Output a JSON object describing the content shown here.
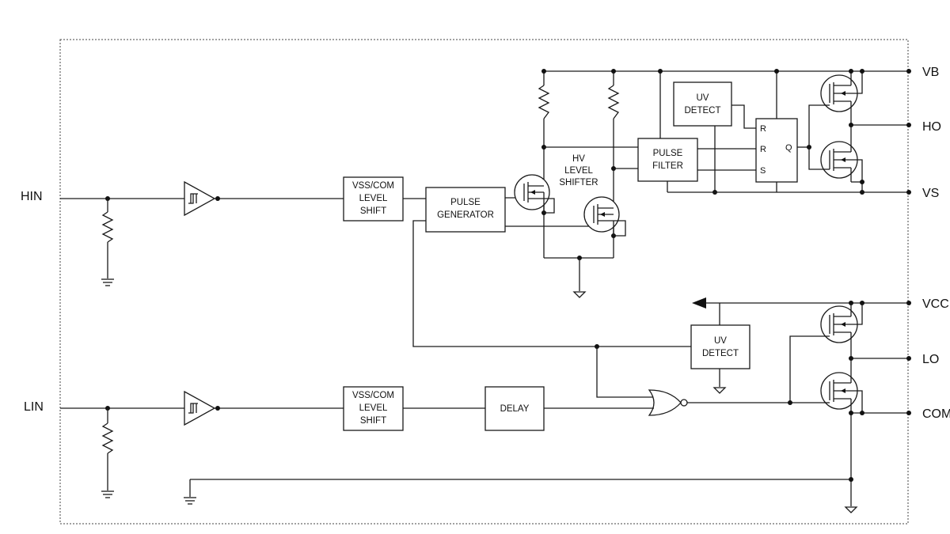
{
  "pins": {
    "hin": "HIN",
    "lin": "LIN",
    "vb": "VB",
    "ho": "HO",
    "vs": "VS",
    "vcc": "VCC",
    "lo": "LO",
    "com": "COM"
  },
  "blocks": {
    "vss_com_level_shift_hi": [
      "VSS/COM",
      "LEVEL",
      "SHIFT"
    ],
    "pulse_generator": [
      "PULSE",
      "GENERATOR"
    ],
    "hv_level_shifter": [
      "HV",
      "LEVEL",
      "SHIFTER"
    ],
    "pulse_filter": [
      "PULSE",
      "FILTER"
    ],
    "uv_detect_hi": [
      "UV",
      "DETECT"
    ],
    "uv_detect_lo": [
      "UV",
      "DETECT"
    ],
    "vss_com_level_shift_lo": [
      "VSS/COM",
      "LEVEL",
      "SHIFT"
    ],
    "delay": [
      "DELAY"
    ]
  },
  "flipflop": {
    "r1": "R",
    "r2": "R",
    "s": "S",
    "q": "Q"
  }
}
